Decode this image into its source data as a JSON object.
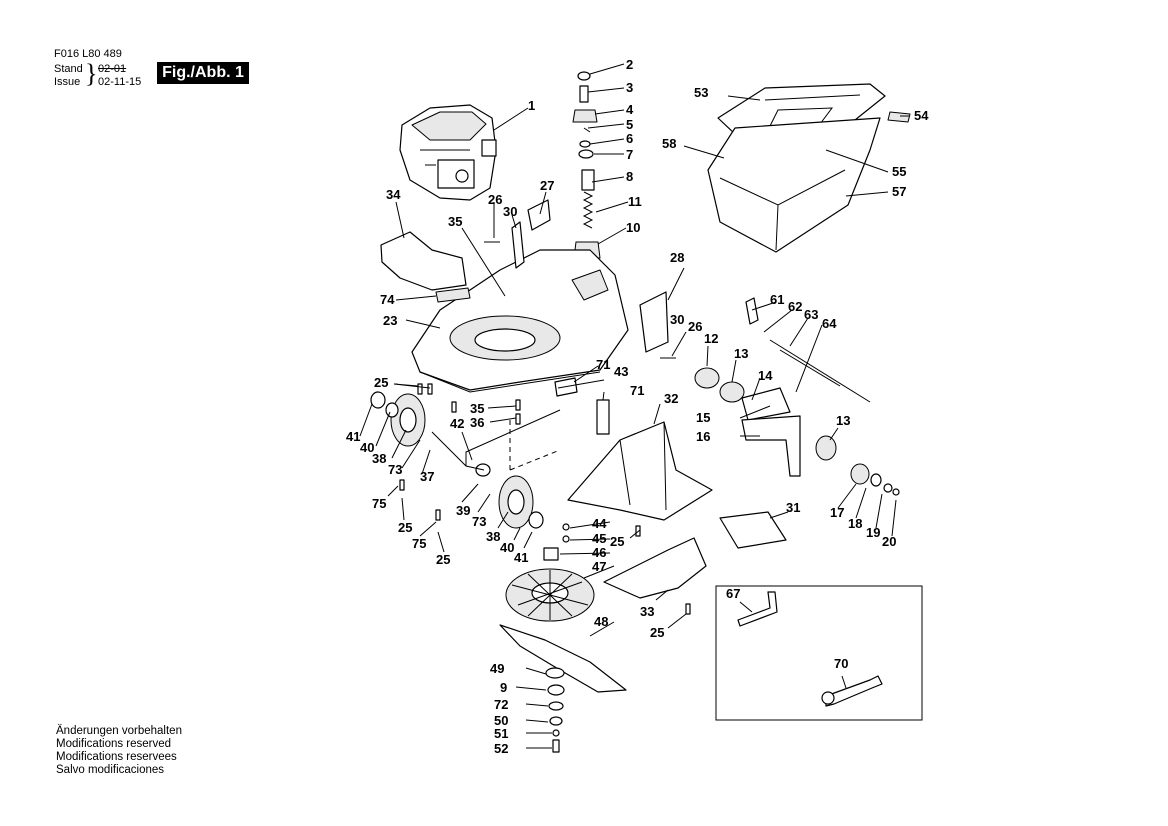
{
  "header": {
    "doc_number": "F016 L80 489",
    "stand_label": "Stand",
    "issue_label": "Issue",
    "stand_date": "02-01",
    "issue_date": "02-11-15",
    "fig_label": "Fig./Abb. 1"
  },
  "footer": {
    "lines": [
      "Änderungen vorbehalten",
      "Modifications reserved",
      "Modifications reservees",
      "Salvo modificaciones"
    ]
  },
  "parts": {
    "p1": "1",
    "p2": "2",
    "p3": "3",
    "p4": "4",
    "p5": "5",
    "p6": "6",
    "p7": "7",
    "p8": "8",
    "p9": "9",
    "p10": "10",
    "p11": "11",
    "p12": "12",
    "p13a": "13",
    "p13b": "13",
    "p14": "14",
    "p15": "15",
    "p16": "16",
    "p17": "17",
    "p18": "18",
    "p19": "19",
    "p20": "20",
    "p23": "23",
    "p25a": "25",
    "p25b": "25",
    "p25c": "25",
    "p25d": "25",
    "p25e": "25",
    "p26a": "26",
    "p26b": "26",
    "p27": "27",
    "p28": "28",
    "p30a": "30",
    "p30b": "30",
    "p31": "31",
    "p32": "32",
    "p33": "33",
    "p34": "34",
    "p35a": "35",
    "p35b": "35",
    "p36": "36",
    "p37": "37",
    "p38a": "38",
    "p38b": "38",
    "p39": "39",
    "p40a": "40",
    "p40b": "40",
    "p41a": "41",
    "p41b": "41",
    "p42": "42",
    "p43": "43",
    "p44": "44",
    "p45": "45",
    "p46": "46",
    "p47": "47",
    "p48": "48",
    "p49": "49",
    "p50": "50",
    "p51": "51",
    "p52": "52",
    "p53": "53",
    "p54": "54",
    "p55": "55",
    "p57": "57",
    "p58": "58",
    "p61": "61",
    "p62": "62",
    "p63": "63",
    "p64": "64",
    "p67": "67",
    "p70": "70",
    "p71a": "71",
    "p71b": "71",
    "p72": "72",
    "p73a": "73",
    "p73b": "73",
    "p74": "74",
    "p75a": "75",
    "p75b": "75"
  }
}
